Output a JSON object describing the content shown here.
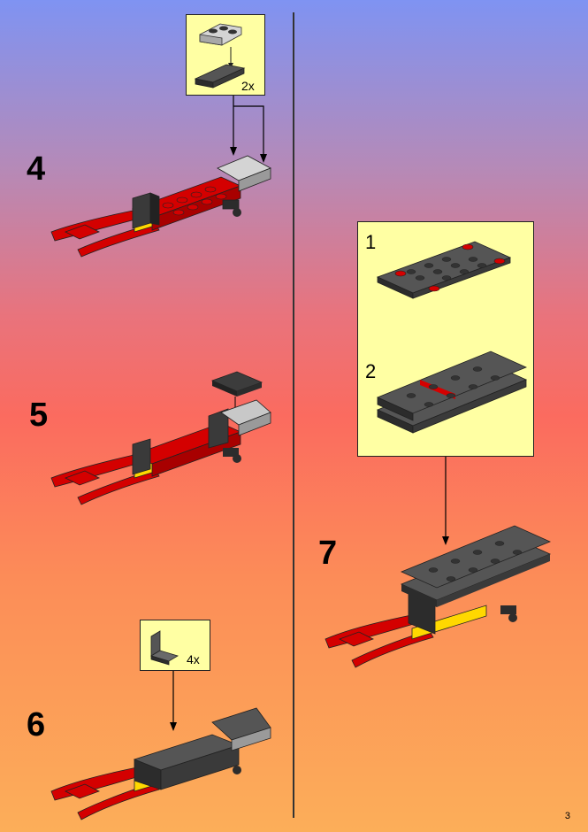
{
  "steps": [
    {
      "number": "4",
      "callout_qty": "2x"
    },
    {
      "number": "5"
    },
    {
      "number": "6",
      "callout_qty": "4x"
    },
    {
      "number": "7",
      "substeps": [
        "1",
        "2"
      ]
    }
  ],
  "page_number": "3",
  "colors": {
    "red": "#d40000",
    "dark_gray": "#3c3c3c",
    "light_gray": "#c8c8c8",
    "yellow": "#ffd800",
    "callout_bg": "#ffffa3"
  }
}
